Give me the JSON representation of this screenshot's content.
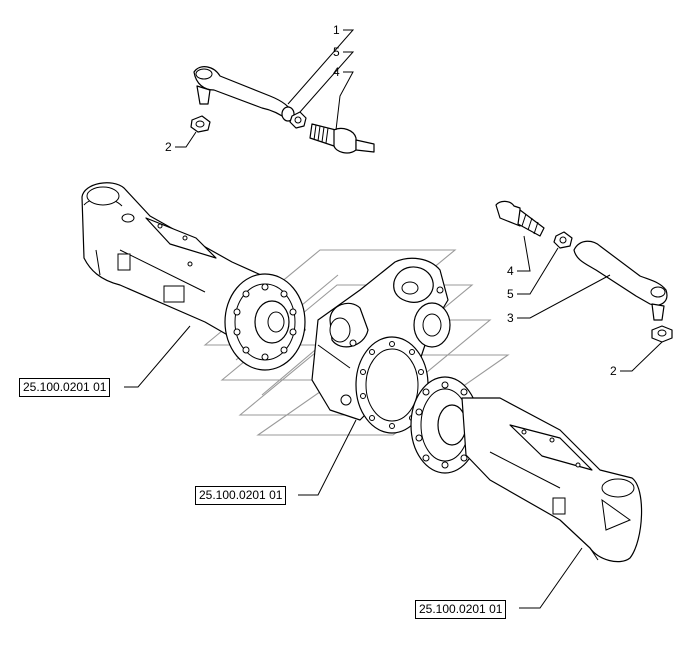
{
  "callouts": [
    "1",
    "5",
    "4",
    "2",
    "4",
    "5",
    "3",
    "2"
  ],
  "references": [
    "25.100.0201 01",
    "25.100.0201 01",
    "25.100.0201 01"
  ]
}
